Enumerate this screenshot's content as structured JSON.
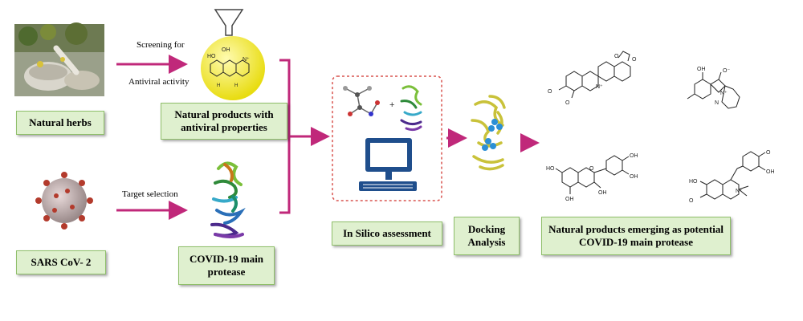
{
  "labels": {
    "natural_herbs": "Natural herbs",
    "natural_products": "Natural products with antiviral properties",
    "sars": "SARS CoV- 2",
    "covid_protease": "COVID-19 main protease",
    "in_silico": "In Silico assessment",
    "docking": "Docking Analysis",
    "emerging": "Natural products emerging as potential COVID-19 main protease"
  },
  "arrow_labels": {
    "screening": "Screening for",
    "antiviral": "Antiviral activity",
    "target": "Target selection"
  },
  "colors": {
    "arrow": "#c0287a",
    "box_fill": "#dff0cf",
    "box_border": "#8fbf6a",
    "computer": "#1f4e8c",
    "molecule_ball": "#f2ea3a"
  }
}
